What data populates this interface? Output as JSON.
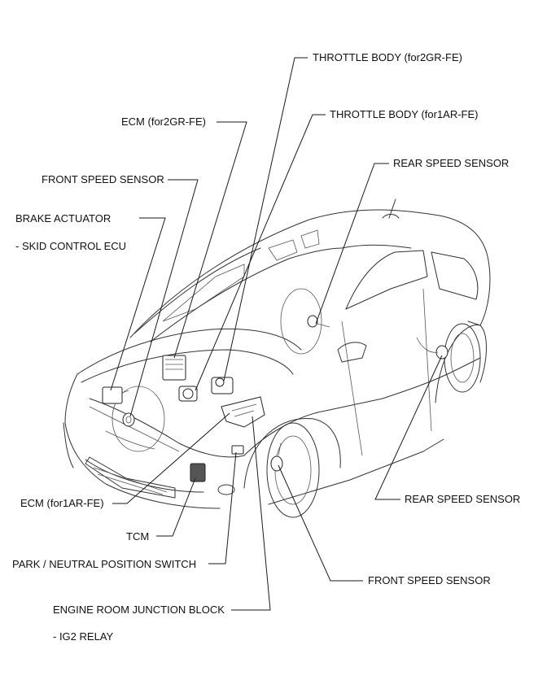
{
  "labels": {
    "throttle_body_2gr": "THROTTLE BODY (for2GR-FE)",
    "throttle_body_1ar": "THROTTLE BODY (for1AR-FE)",
    "ecm_2gr": "ECM (for2GR-FE)",
    "rear_speed_sensor_top": "REAR SPEED SENSOR",
    "front_speed_sensor_top": "FRONT SPEED SENSOR",
    "brake_actuator": "BRAKE ACTUATOR",
    "skid_control_ecu": "- SKID CONTROL ECU",
    "rear_speed_sensor_bottom": "REAR SPEED SENSOR",
    "ecm_1ar": "ECM (for1AR-FE)",
    "tcm": "TCM",
    "park_neutral_switch": "PARK / NEUTRAL POSITION SWITCH",
    "front_speed_sensor_bottom": "FRONT SPEED SENSOR",
    "engine_room_junction_block": "ENGINE ROOM JUNCTION BLOCK",
    "ig2_relay": "- IG2 RELAY"
  },
  "colors": {
    "line": "#1a1a1a",
    "text": "#111111",
    "background": "#ffffff"
  }
}
